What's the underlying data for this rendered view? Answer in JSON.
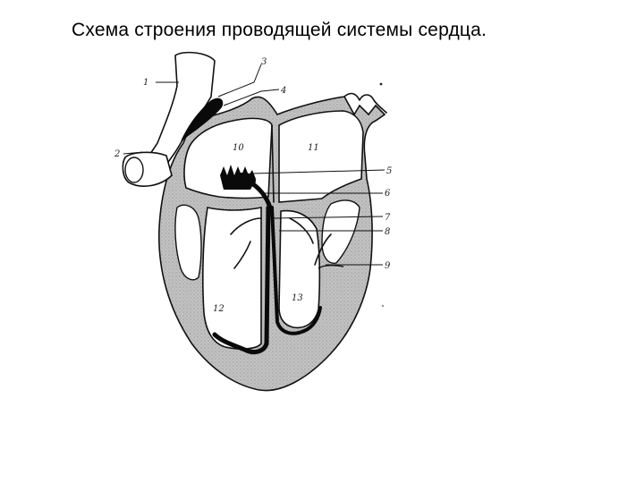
{
  "title": "Схема строения проводящей системы сердца.",
  "labels": {
    "l1": "1",
    "l2": "2",
    "l3": "3",
    "l4": "4",
    "l5": "5",
    "l6": "6",
    "l7": "7",
    "l8": "8",
    "l9": "9",
    "l10": "10",
    "l11": "11",
    "l12": "12",
    "l13": "13"
  },
  "colors": {
    "myocardium": "#b4b4b4",
    "conduction": "#0a0a0a",
    "outline": "#111111",
    "background": "#ffffff"
  }
}
